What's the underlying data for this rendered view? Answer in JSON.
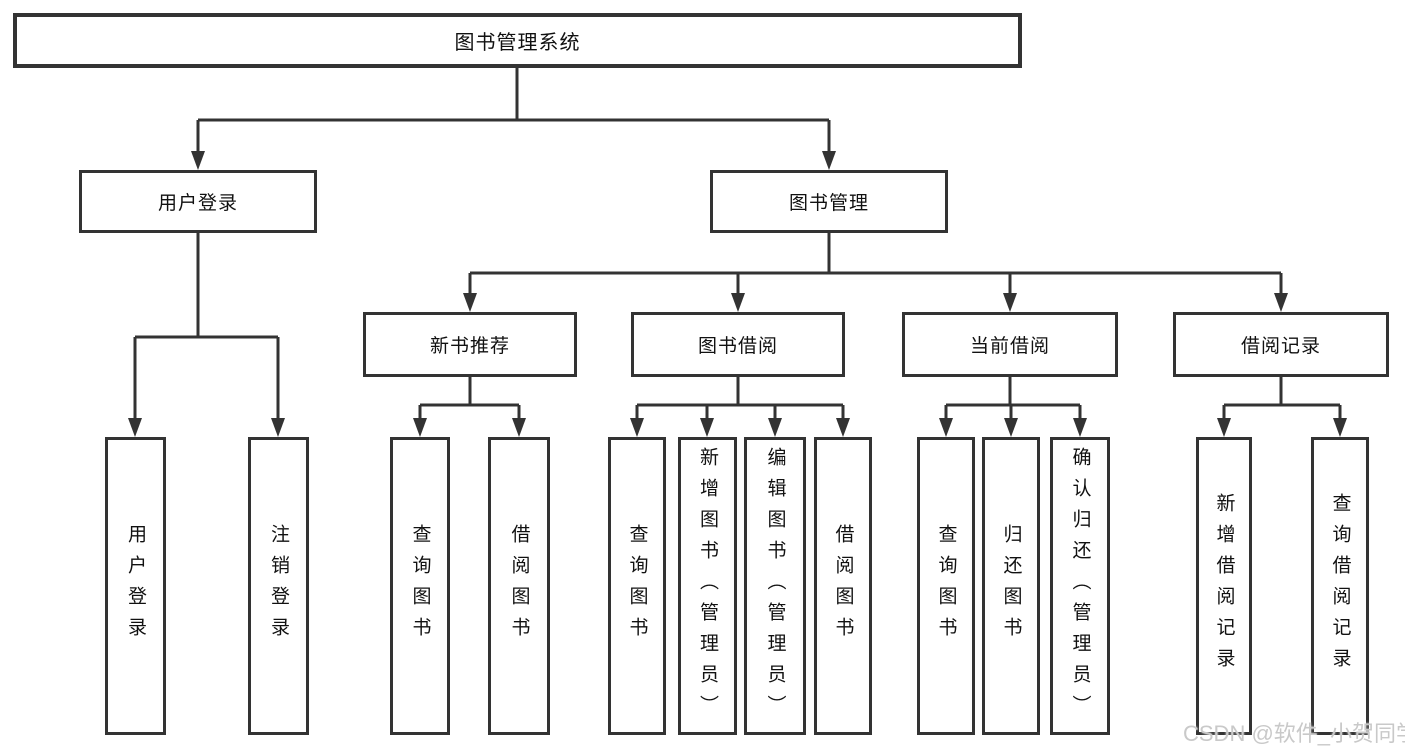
{
  "tree": {
    "label": "图书管理系统",
    "children": [
      {
        "label": "用户登录",
        "children": [
          {
            "label": "用户登录"
          },
          {
            "label": "注销登录"
          }
        ]
      },
      {
        "label": "图书管理",
        "children": [
          {
            "label": "新书推荐",
            "children": [
              {
                "label": "查询图书"
              },
              {
                "label": "借阅图书"
              }
            ]
          },
          {
            "label": "图书借阅",
            "children": [
              {
                "label": "查询图书"
              },
              {
                "label": "新增图书（管理员）"
              },
              {
                "label": "编辑图书（管理员）"
              },
              {
                "label": "借阅图书"
              }
            ]
          },
          {
            "label": "当前借阅",
            "children": [
              {
                "label": "查询图书"
              },
              {
                "label": "归还图书"
              },
              {
                "label": "确认归还（管理员）"
              }
            ]
          },
          {
            "label": "借阅记录",
            "children": [
              {
                "label": "新增借阅记录"
              },
              {
                "label": "查询借阅记录"
              }
            ]
          }
        ]
      }
    ]
  },
  "colors": {
    "line": "#333333",
    "box_border": "#333333",
    "box_background": "#ffffff",
    "text": "#111111",
    "watermark": "#c9c9c9"
  },
  "watermark": {
    "text": "CSDN @软件_小贺同学"
  }
}
